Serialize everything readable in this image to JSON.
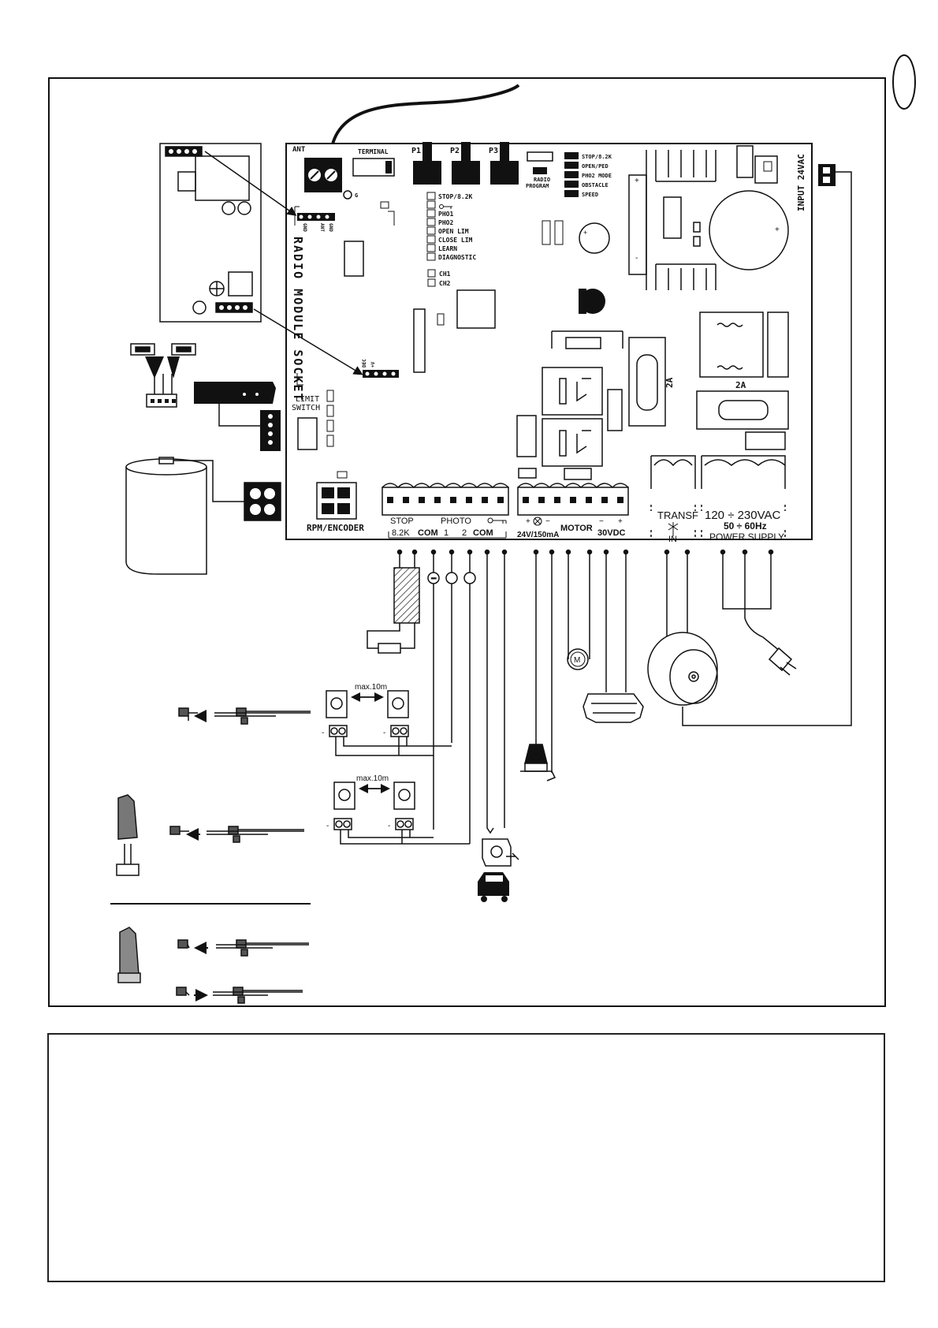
{
  "page": {
    "corner_marker": ""
  },
  "board": {
    "ant": "ANT",
    "terminal": "TERMINAL",
    "p1": "P1",
    "p2": "P2",
    "p3": "P3",
    "g": "G",
    "radio_program": [
      "RADIO",
      "PROGRAM"
    ],
    "dip_right": [
      "STOP/8.2K",
      "OPEN/PED",
      "PHO2 MODE",
      "OBSTACLE",
      "SPEED"
    ],
    "led_list": [
      "STOP/8.2K",
      "PHO1",
      "PHO2",
      "OPEN LIM",
      "CLOSE LIM",
      "LEARN",
      "DIAGNOSTIC"
    ],
    "ch": [
      "CH1",
      "CH2"
    ],
    "radio_socket": "RADIO MODULE SOCKET",
    "gnd_ant": [
      "GND",
      "ANT",
      "GND"
    ],
    "dec_v": [
      "DEC",
      "+V"
    ],
    "limit_switch": [
      "LIMIT",
      "SWITCH"
    ],
    "rpm_encoder": "RPM/ENCODER",
    "fuse1": "2A",
    "fuse2": "2A",
    "input_24vac": "INPUT 24VAC"
  },
  "terminals": {
    "stop": "STOP",
    "stop_val": "8.2K",
    "com1": "COM",
    "photo": "PHOTO",
    "photo1": "1",
    "photo2": "2",
    "com2": "COM",
    "lamp": "24V/150mA",
    "motor": "MOTOR",
    "vdc": "30VDC",
    "transf": "TRANSF",
    "transf_in": "IN",
    "voltage": "120 ÷ 230VAC",
    "freq": "50 ÷ 60Hz",
    "power_supply": "POWER SUPPLY"
  },
  "accessories": {
    "max1": "max.10m",
    "max2": "max.10m",
    "motor_symbol": "M"
  }
}
